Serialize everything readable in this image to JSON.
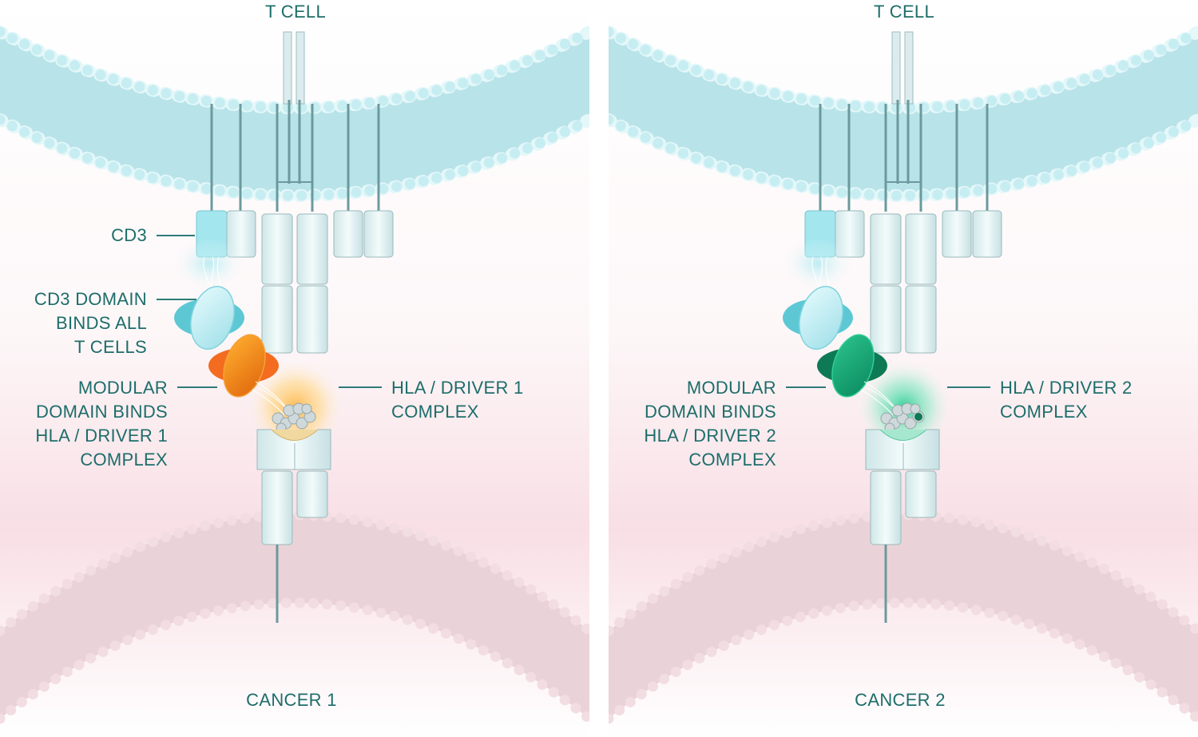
{
  "panels": [
    {
      "top_label": "T CELL",
      "bottom_label": "CANCER 1",
      "cd3_label": "CD3",
      "cd3_domain_label": [
        "CD3 DOMAIN",
        "BINDS ALL",
        "T CELLS"
      ],
      "modular_label": [
        "MODULAR",
        "DOMAIN BINDS",
        "HLA / DRIVER 1",
        "COMPLEX"
      ],
      "hla_label": [
        "HLA / DRIVER 1",
        "COMPLEX"
      ]
    },
    {
      "top_label": "T CELL",
      "bottom_label": "CANCER 2",
      "modular_label": [
        "MODULAR",
        "DOMAIN BINDS",
        "HLA / DRIVER 2",
        "COMPLEX"
      ],
      "hla_label": [
        "HLA / DRIVER 2",
        "COMPLEX"
      ]
    }
  ],
  "colors": {
    "text": "#1d6d6a",
    "t_cell_membrane": "#aee0e6",
    "cancer_membrane": "#e8cdd3",
    "cd3_subunit": "#9be3ec",
    "cd3_domain": "#b9eef2",
    "modular_domain_1": "#f08a18",
    "modular_domain_2": "#15a27a",
    "glow_1": "#ffcc66",
    "glow_2": "#2fd49a"
  }
}
